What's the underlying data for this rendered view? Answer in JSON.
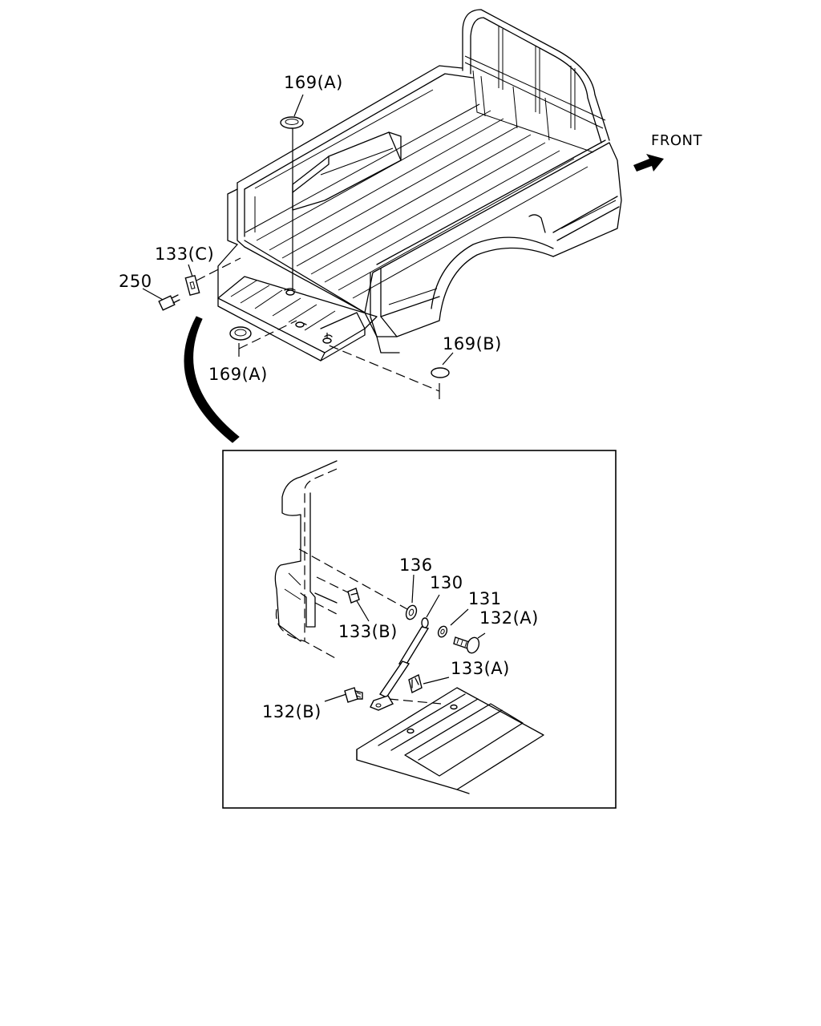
{
  "direction_label": "FRONT",
  "callouts": {
    "c169a_top": "169(A)",
    "c133c": "133(C)",
    "c250": "250",
    "c169a_bottom": "169(A)",
    "c169b": "169(B)",
    "c136": "136",
    "c130": "130",
    "c131": "131",
    "c132a": "132(A)",
    "c133b": "133(B)",
    "c133a": "133(A)",
    "c132b": "132(B)"
  }
}
